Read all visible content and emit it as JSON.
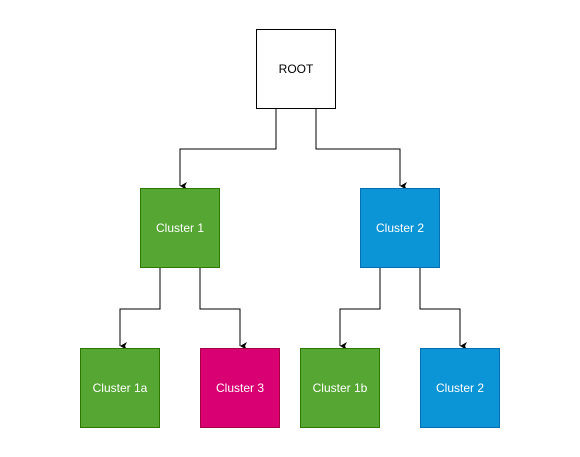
{
  "nodes": {
    "root": {
      "label": "ROOT",
      "color": "#ffffff"
    },
    "cluster1": {
      "label": "Cluster 1",
      "color": "#55a633"
    },
    "cluster2": {
      "label": "Cluster 2",
      "color": "#0b94d6"
    },
    "cluster1a": {
      "label": "Cluster 1a",
      "color": "#55a633"
    },
    "cluster3": {
      "label": "Cluster 3",
      "color": "#d80073"
    },
    "cluster1b": {
      "label": "Cluster 1b",
      "color": "#55a633"
    },
    "cluster2_child": {
      "label": "Cluster 2",
      "color": "#0b94d6"
    }
  },
  "edges": [
    {
      "from": "ROOT",
      "to": "Cluster 1"
    },
    {
      "from": "ROOT",
      "to": "Cluster 2"
    },
    {
      "from": "Cluster 1",
      "to": "Cluster 1a"
    },
    {
      "from": "Cluster 1",
      "to": "Cluster 3"
    },
    {
      "from": "Cluster 2",
      "to": "Cluster 1b"
    },
    {
      "from": "Cluster 2",
      "to": "Cluster 2"
    }
  ],
  "edge_color": "#000000"
}
